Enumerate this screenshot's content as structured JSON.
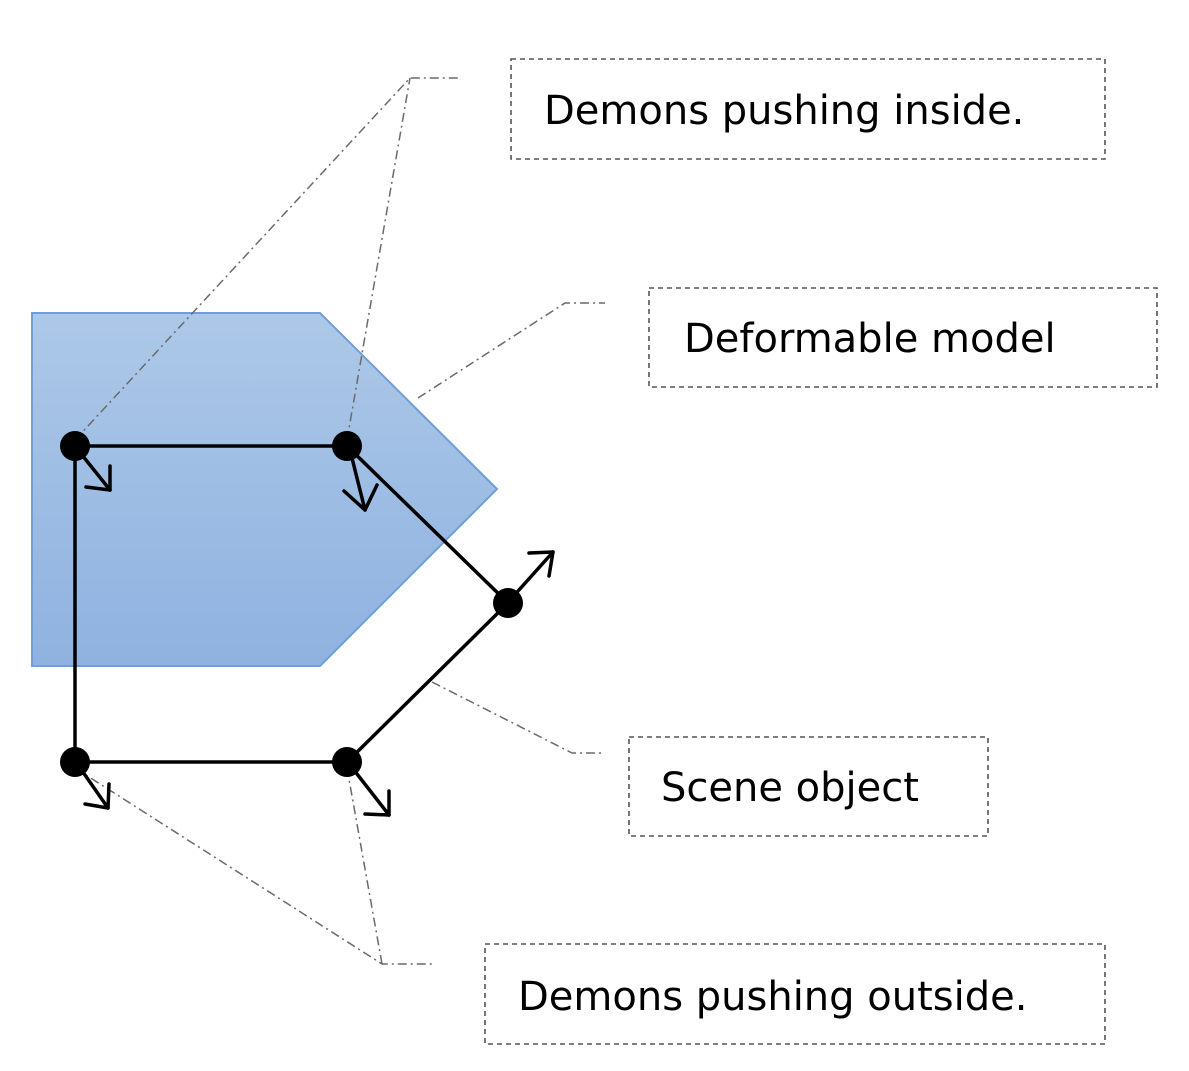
{
  "labels": {
    "demons_inside": "Demons pushing inside.",
    "deformable_model": "Deformable model",
    "scene_object": "Scene object",
    "demons_outside": "Demons pushing outside."
  },
  "colors": {
    "model_fill_top": "#adc8e8",
    "model_fill_bottom": "#8fb2e0",
    "model_stroke": "#6f9fd8",
    "object_stroke": "#000000"
  }
}
